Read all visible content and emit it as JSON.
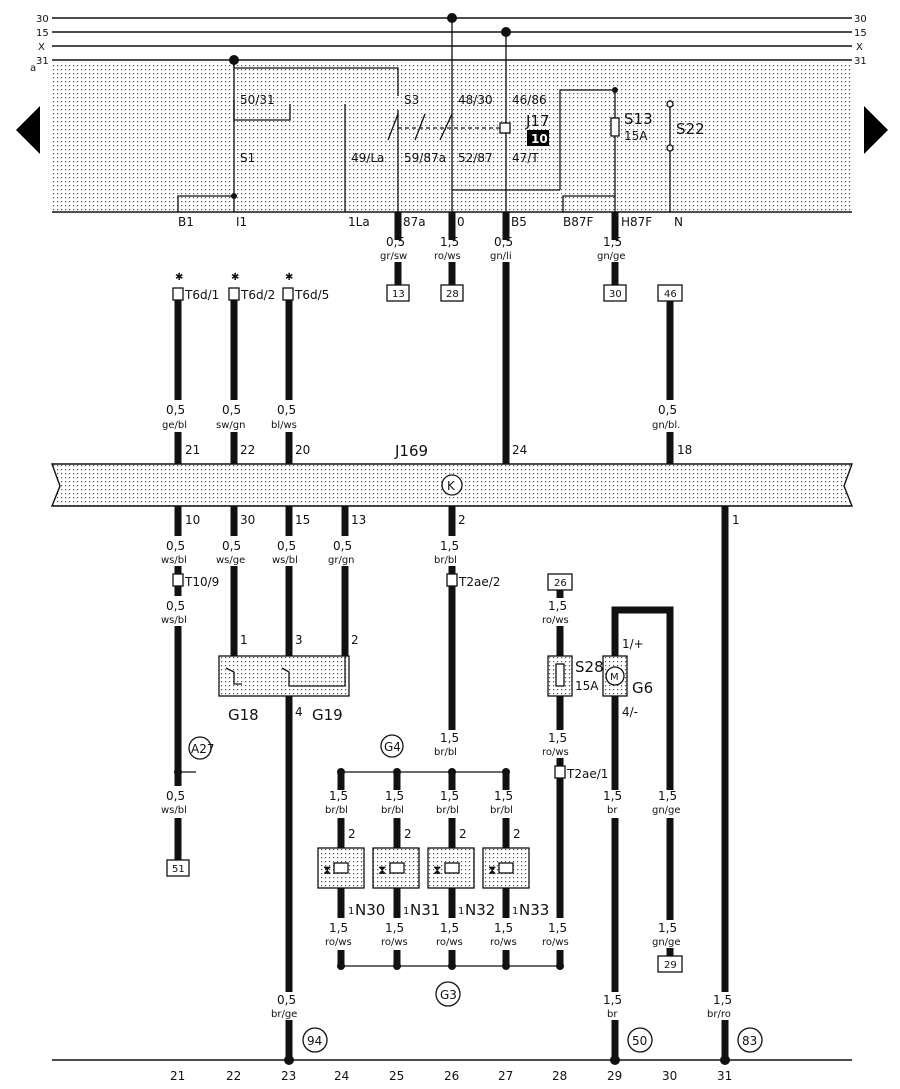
{
  "busLines": [
    {
      "left": "30",
      "right": "30"
    },
    {
      "left": "15",
      "right": "15"
    },
    {
      "left": "X",
      "right": "X"
    },
    {
      "left": "31",
      "right": "31"
    }
  ],
  "busAux": "a",
  "relayPanel": {
    "relayLabels": [
      "50/31",
      "S1",
      "S3",
      "48/30",
      "46/86",
      "J17",
      "10",
      "49/La",
      "59/87a",
      "52/87",
      "47/T",
      "S13",
      "15A",
      "S22"
    ],
    "terminals": [
      "B1",
      "I1",
      "1La",
      "87a",
      "0",
      "B5",
      "B87F",
      "H87F",
      "N"
    ]
  },
  "topWires": [
    {
      "size": "0,5",
      "color": "gr/sw",
      "ref": "13"
    },
    {
      "size": "1,5",
      "color": "ro/ws",
      "ref": "28"
    },
    {
      "size": "0,5",
      "color": "gn/li"
    },
    {
      "size": "1,5",
      "color": "gn/ge",
      "ref": "30"
    }
  ],
  "connectors": [
    "T6d/1",
    "T6d/2",
    "T6d/5",
    "46"
  ],
  "upperWires": [
    {
      "size": "0,5",
      "color": "ge/bl",
      "pin": "21"
    },
    {
      "size": "0,5",
      "color": "sw/gn",
      "pin": "22"
    },
    {
      "size": "0,5",
      "color": "bl/ws",
      "pin": "20"
    },
    {
      "size": "0,5",
      "color": "gn/bl.",
      "pin": "18"
    }
  ],
  "moduleLabel": "J169",
  "modulePin24": "24",
  "moduleSymbol": "K",
  "lowerPins": [
    "10",
    "30",
    "15",
    "13",
    "2",
    "1"
  ],
  "lowerWires": [
    {
      "size": "0,5",
      "color": "ws/bl"
    },
    {
      "size": "0,5",
      "color": "ws/ge"
    },
    {
      "size": "0,5",
      "color": "ws/bl"
    },
    {
      "size": "0,5",
      "color": "gr/gn"
    },
    {
      "size": "1,5",
      "color": "br/bl"
    }
  ],
  "junctions": [
    "T10/9",
    "T2ae/2",
    "T2ae/1"
  ],
  "sensorBlock": {
    "pins": [
      "1",
      "3",
      "2",
      "4"
    ],
    "labels": [
      "G18",
      "G19"
    ]
  },
  "leftWire2": {
    "size": "0,5",
    "color": "ws/bl"
  },
  "circleRefs": [
    "A27",
    "G4",
    "G3"
  ],
  "wireBrBl2": {
    "size": "1,5",
    "color": "br/bl"
  },
  "injectors": {
    "topWires": [
      {
        "size": "1,5",
        "color": "br/bl",
        "pin": "2"
      },
      {
        "size": "1,5",
        "color": "br/bl",
        "pin": "2"
      },
      {
        "size": "1,5",
        "color": "br/bl",
        "pin": "2"
      },
      {
        "size": "1,5",
        "color": "br/bl",
        "pin": "2"
      }
    ],
    "labels": [
      "N30",
      "N31",
      "N32",
      "N33"
    ],
    "pin1": "1",
    "bottomWires": [
      {
        "size": "1,5",
        "color": "ro/ws"
      },
      {
        "size": "1,5",
        "color": "ro/ws"
      },
      {
        "size": "1,5",
        "color": "ro/ws"
      },
      {
        "size": "1,5",
        "color": "ro/ws"
      }
    ]
  },
  "fuseBranch": {
    "ref": "26",
    "wire1": {
      "size": "1,5",
      "color": "ro/ws"
    },
    "fuseLabel": "S28",
    "fuseRating": "15A",
    "wire2": {
      "size": "1,5",
      "color": "ro/ws"
    },
    "wire3": {
      "size": "1,5",
      "color": "ro/ws"
    }
  },
  "pump": {
    "label": "G6",
    "pinPlus": "1/+",
    "pinMinus": "4/-",
    "symbol": "M"
  },
  "pumpWires": [
    {
      "size": "1,5",
      "color": "br"
    },
    {
      "size": "1,5",
      "color": "gn/ge"
    },
    {
      "size": "1,5",
      "color": "gn/ge",
      "ref": "29"
    },
    {
      "size": "1,5",
      "color": "br"
    }
  ],
  "bottomLeftRef": "51",
  "bottomWireG": {
    "size": "0,5",
    "color": "br/ge"
  },
  "bottomWireR": {
    "size": "1,5",
    "color": "br/ro"
  },
  "groundRefs": [
    "94",
    "50",
    "83"
  ],
  "columns": [
    "21",
    "22",
    "23",
    "24",
    "25",
    "26",
    "27",
    "28",
    "29",
    "30",
    "31"
  ]
}
